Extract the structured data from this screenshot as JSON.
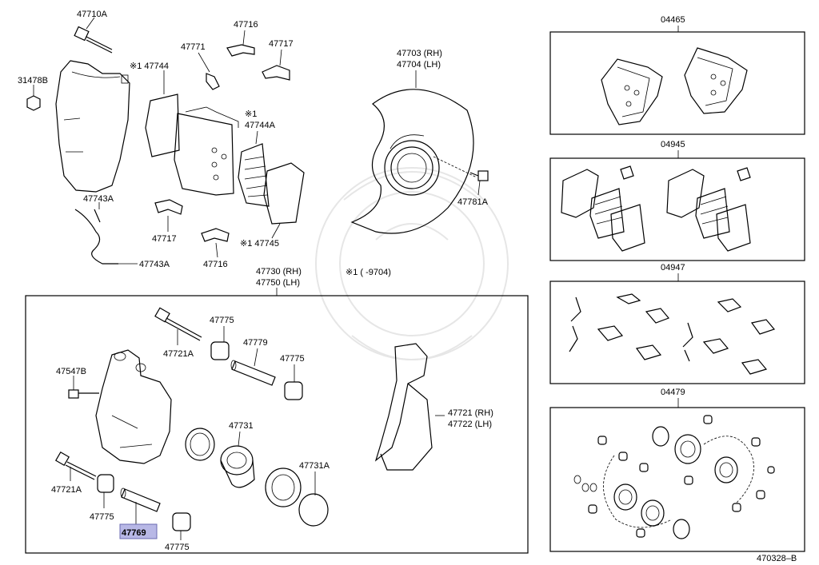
{
  "labels": {
    "p47710A": "47710A",
    "p31478B": "31478B",
    "p47743A_1": "47743A",
    "p47743A_2": "47743A",
    "p1_47744": "※1 47744",
    "p47771": "47771",
    "p47716_top": "47716",
    "p47717_top": "47717",
    "p1_47744A_mark": "※1",
    "p47744A": "47744A",
    "p47717_bot": "47717",
    "p47716_bot": "47716",
    "p1_47745": "※1 47745",
    "p47703": "47703 (RH)",
    "p47704": "47704 (LH)",
    "p47781A": "47781A",
    "p47730": "47730 (RH)",
    "p47750": "47750 (LH)",
    "note1": "※1 (      -9704)",
    "p47721A_top": "47721A",
    "p47775_a": "47775",
    "p47779": "47779",
    "p47775_b": "47775",
    "p47547B": "47547B",
    "p47731": "47731",
    "p47731A": "47731A",
    "p47721": "47721 (RH)",
    "p47722": "47722 (LH)",
    "p47721A_bot": "47721A",
    "p47775_c": "47775",
    "p47769": "47769",
    "p47775_d": "47775",
    "kit04465": "04465",
    "kit04945": "04945",
    "kit04947": "04947",
    "kit04479": "04479",
    "diagram_id": "470328–B"
  },
  "highlight_color": "#b8b8e6"
}
